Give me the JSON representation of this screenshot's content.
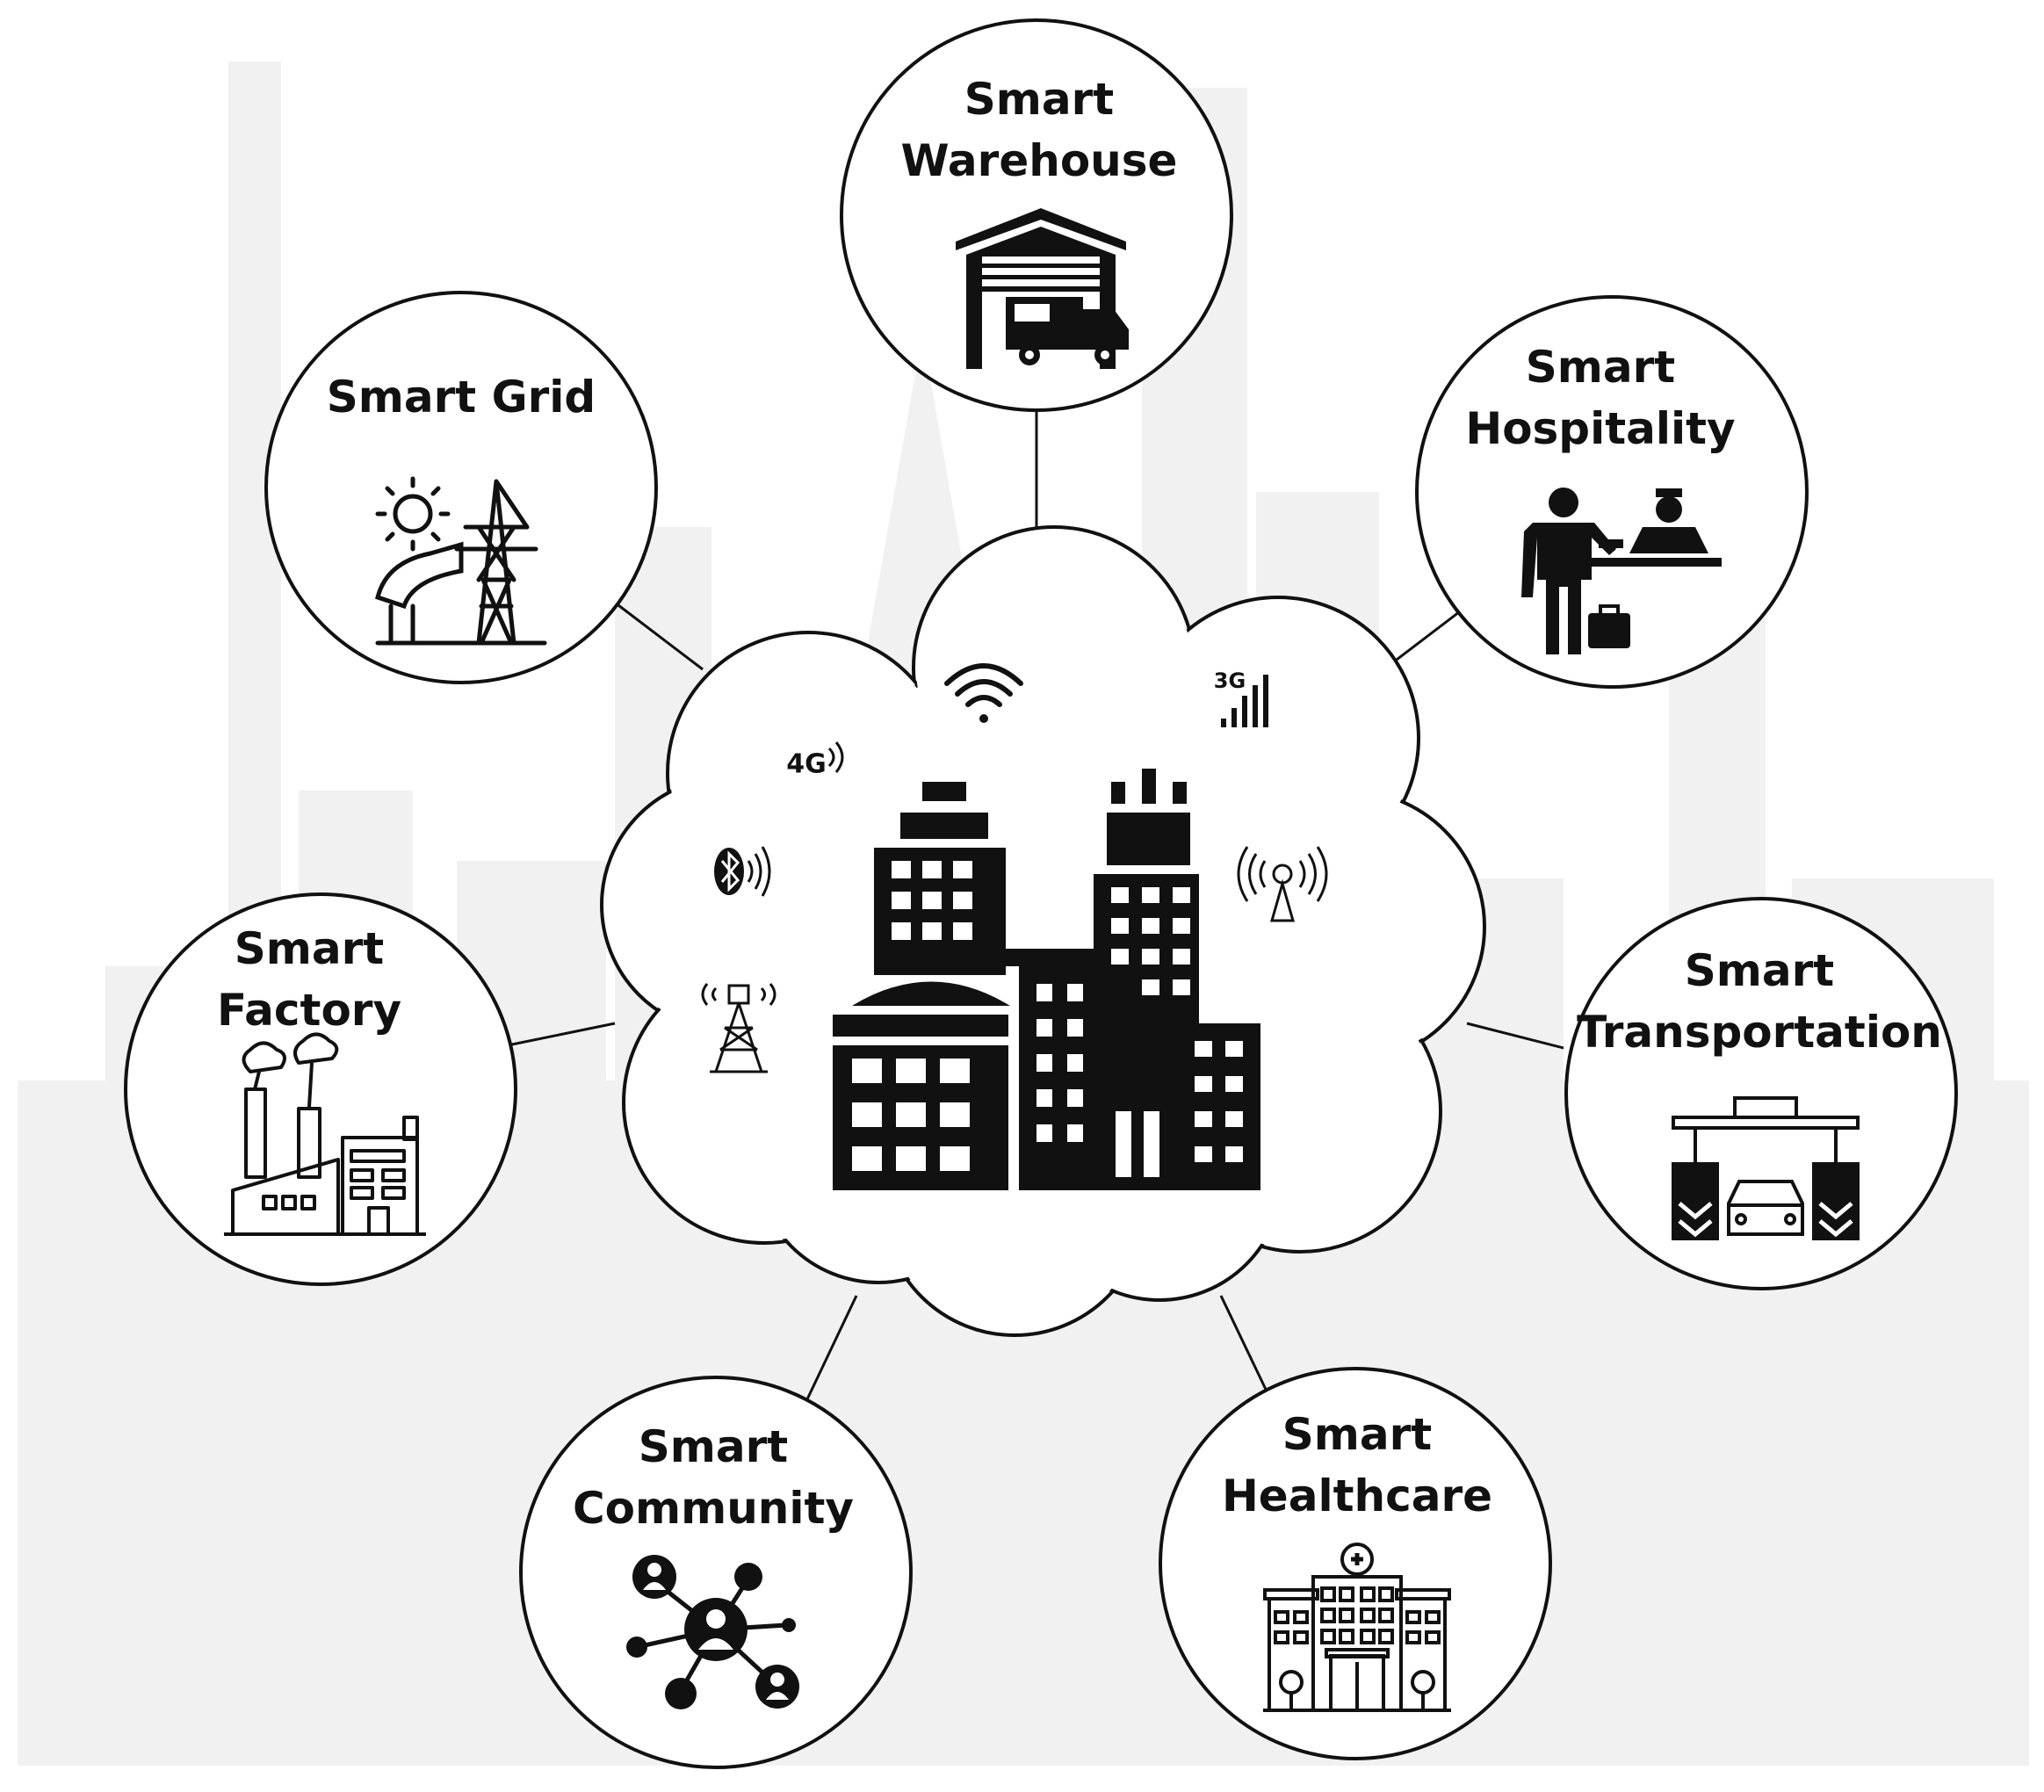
{
  "colors": {
    "ink": "#111111",
    "background": "#ffffff",
    "skyline_watermark": "#f1f1f1"
  },
  "center": {
    "icon": "city-buildings-icon",
    "shape": "cloud",
    "network_icons": [
      {
        "name": "4g-signal-icon",
        "label": "4G"
      },
      {
        "name": "wifi-icon",
        "label": ""
      },
      {
        "name": "3g-signal-icon",
        "label": "3G"
      },
      {
        "name": "bluetooth-icon",
        "label": ""
      },
      {
        "name": "antenna-icon",
        "label": ""
      },
      {
        "name": "cell-tower-icon",
        "label": ""
      }
    ]
  },
  "nodes": [
    {
      "id": "warehouse",
      "line1": "Smart",
      "line2": "Warehouse",
      "icon": "warehouse-truck-icon"
    },
    {
      "id": "grid",
      "line1": "Smart Grid",
      "line2": "",
      "icon": "solar-power-tower-icon"
    },
    {
      "id": "hospitality",
      "line1": "Smart",
      "line2": "Hospitality",
      "icon": "hotel-reception-icon"
    },
    {
      "id": "factory",
      "line1": "Smart",
      "line2": "Factory",
      "icon": "factory-icon"
    },
    {
      "id": "transportation",
      "line1": "Smart",
      "line2": "Transportation",
      "icon": "toll-gate-car-icon"
    },
    {
      "id": "community",
      "line1": "Smart",
      "line2": "Community",
      "icon": "people-network-icon"
    },
    {
      "id": "healthcare",
      "line1": "Smart",
      "line2": "Healthcare",
      "icon": "hospital-icon"
    }
  ]
}
